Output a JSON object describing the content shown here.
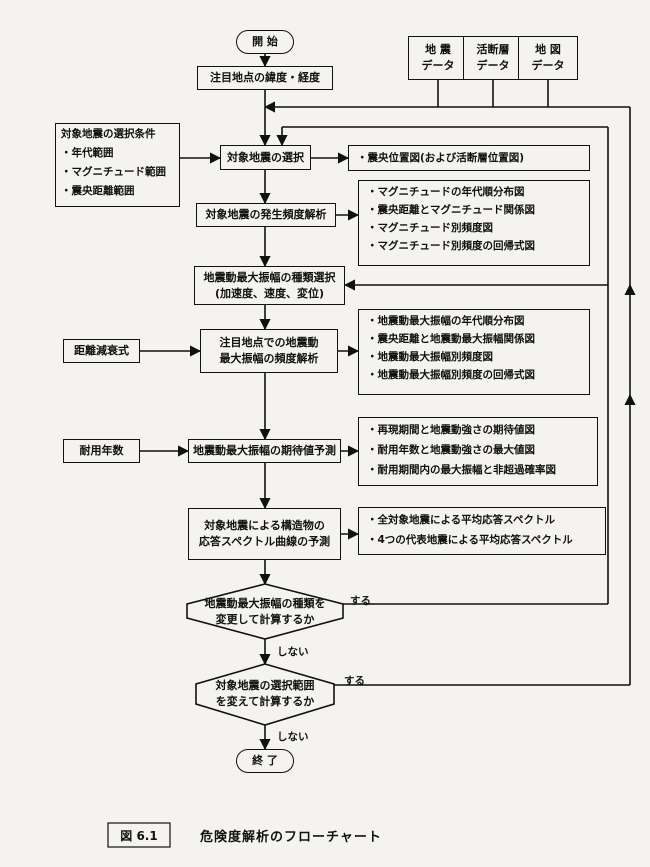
{
  "flow": {
    "start": "開 始",
    "end": "終 了",
    "coords": "注目地点の緯度・経度",
    "select_quake": "対象地震の選択",
    "freq_analysis": "対象地震の発生頻度解析",
    "amp_type_line1": "地震動最大振幅の種類選択",
    "amp_type_line2": "(加速度、速度、変位)",
    "site_freq_line1": "注目地点での地震動",
    "site_freq_line2": "最大振幅の頻度解析",
    "expect_pred": "地震動最大振幅の期待値予測",
    "spectrum_line1": "対象地震による構造物の",
    "spectrum_line2": "応答スペクトル曲線の予測",
    "decision1_line1": "地震動最大振幅の種類を",
    "decision1_line2": "変更して計算するか",
    "decision2_line1": "対象地震の選択範囲",
    "decision2_line2": "を変えて計算するか",
    "yes": "する",
    "no": "しない"
  },
  "data_sources": [
    {
      "line1": "地 震",
      "line2": "データ"
    },
    {
      "line1": "活断層",
      "line2": "データ"
    },
    {
      "line1": "地 図",
      "line2": "データ"
    }
  ],
  "conditions": {
    "title": "対象地震の選択条件",
    "items": [
      "・年代範囲",
      "・マグニチュード範囲",
      "・震央距離範囲"
    ]
  },
  "inputs": {
    "attenuation": "距離減衰式",
    "service_life": "耐用年数"
  },
  "outputs": {
    "epicenter_map": "・震央位置図(および活断層位置図)",
    "freq_outputs": [
      "・マグニチュードの年代順分布図",
      "・震央距離とマグニチュード関係図",
      "・マグニチュード別頻度図",
      "・マグニチュード別頻度の回帰式図"
    ],
    "amp_outputs": [
      "・地震動最大振幅の年代順分布図",
      "・震央距離と地震動最大振幅関係図",
      "・地震動最大振幅別頻度図",
      "・地震動最大振幅別頻度の回帰式図"
    ],
    "expect_outputs": [
      "・再現期間と地震動強さの期待値図",
      "・耐用年数と地震動強さの最大値図",
      "・耐用期間内の最大振幅と非超過確率図"
    ],
    "spectrum_outputs": [
      "・全対象地震による平均応答スペクトル",
      "・4つの代表地震による平均応答スペクトル"
    ]
  },
  "caption": {
    "figure": "図 6.1",
    "title": "危険度解析のフローチャート"
  }
}
